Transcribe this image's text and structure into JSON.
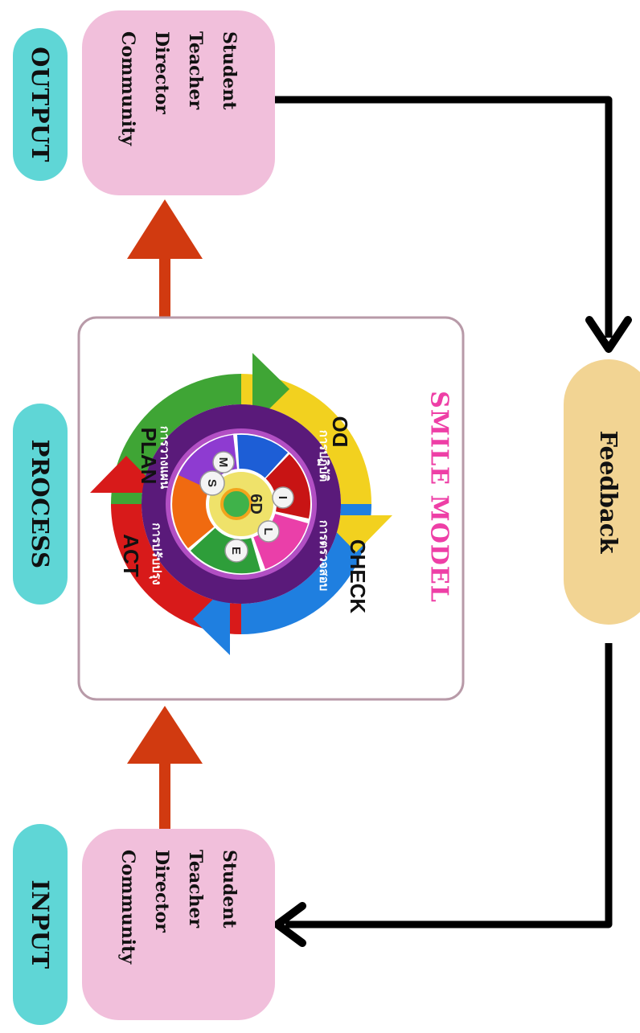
{
  "stages": {
    "input": "INPUT",
    "process": "PROCESS",
    "output": "OUTPUT"
  },
  "input_card": {
    "lines": [
      "Student",
      "Teacher",
      "Director",
      "Community"
    ]
  },
  "output_card": {
    "lines": [
      "Student",
      "Teacher",
      "Director",
      "Community"
    ]
  },
  "feedback": "Feedback",
  "model_title": "SMILE MODEL",
  "cycle": {
    "plan": "PLAN",
    "do": "DO",
    "check": "CHECK",
    "act": "ACT",
    "plan_thai": "การวางแผน",
    "do_thai": "การปฏิบัติ",
    "check_thai": "การตรวจสอบ",
    "act_thai": "การปรับปรุง"
  },
  "core": {
    "label": "6D",
    "letters": [
      "S",
      "M",
      "I",
      "L",
      "E"
    ]
  },
  "colors": {
    "pill": "#5fd6d6",
    "card": "#f1bfdb",
    "feedback": "#f2d493",
    "flow_arrow": "#d13a10",
    "smile_title": "#ee3fa6",
    "plan": "#3fa535",
    "do": "#f2d11f",
    "check": "#1f7fe0",
    "act": "#d81a1a",
    "inner_ring": "#5a1a7a"
  }
}
